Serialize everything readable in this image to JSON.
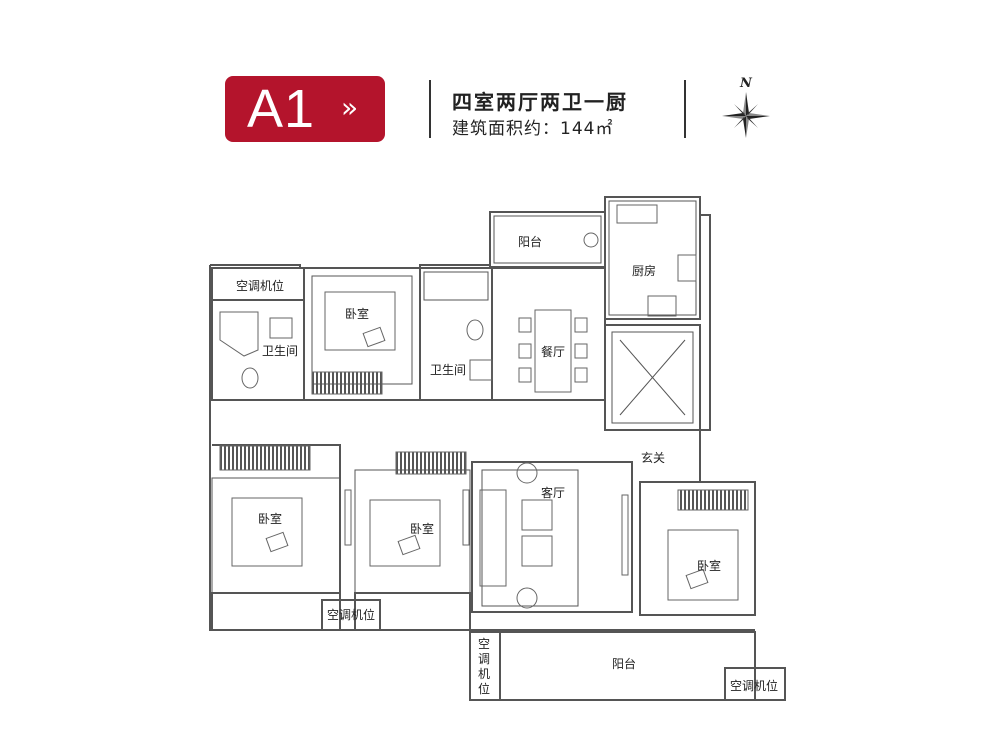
{
  "header": {
    "unit_code": "A1",
    "arrow_glyph": "»",
    "layout_title": "四室两厅两卫一厨",
    "area_label": "建筑面积约：",
    "area_value": "144㎡",
    "compass_label": "N"
  },
  "rooms": {
    "balcony_top": "阳台",
    "kitchen": "厨房",
    "ac_top_left": "空调机位",
    "bedroom_top": "卧室",
    "bath_left": "卫生间",
    "bath_middle": "卫生间",
    "dining": "餐厅",
    "foyer": "玄关",
    "living": "客厅",
    "bedroom_left": "卧室",
    "bedroom_middle": "卧室",
    "bedroom_right": "卧室",
    "ac_bottom_middle": "空调机位",
    "ac_bottom_vertical": [
      "空",
      "调",
      "机",
      "位"
    ],
    "balcony_bottom": "阳台",
    "ac_bottom_right": "空调机位"
  },
  "colors": {
    "brand_red": "#b4142c",
    "wall": "#555555"
  }
}
